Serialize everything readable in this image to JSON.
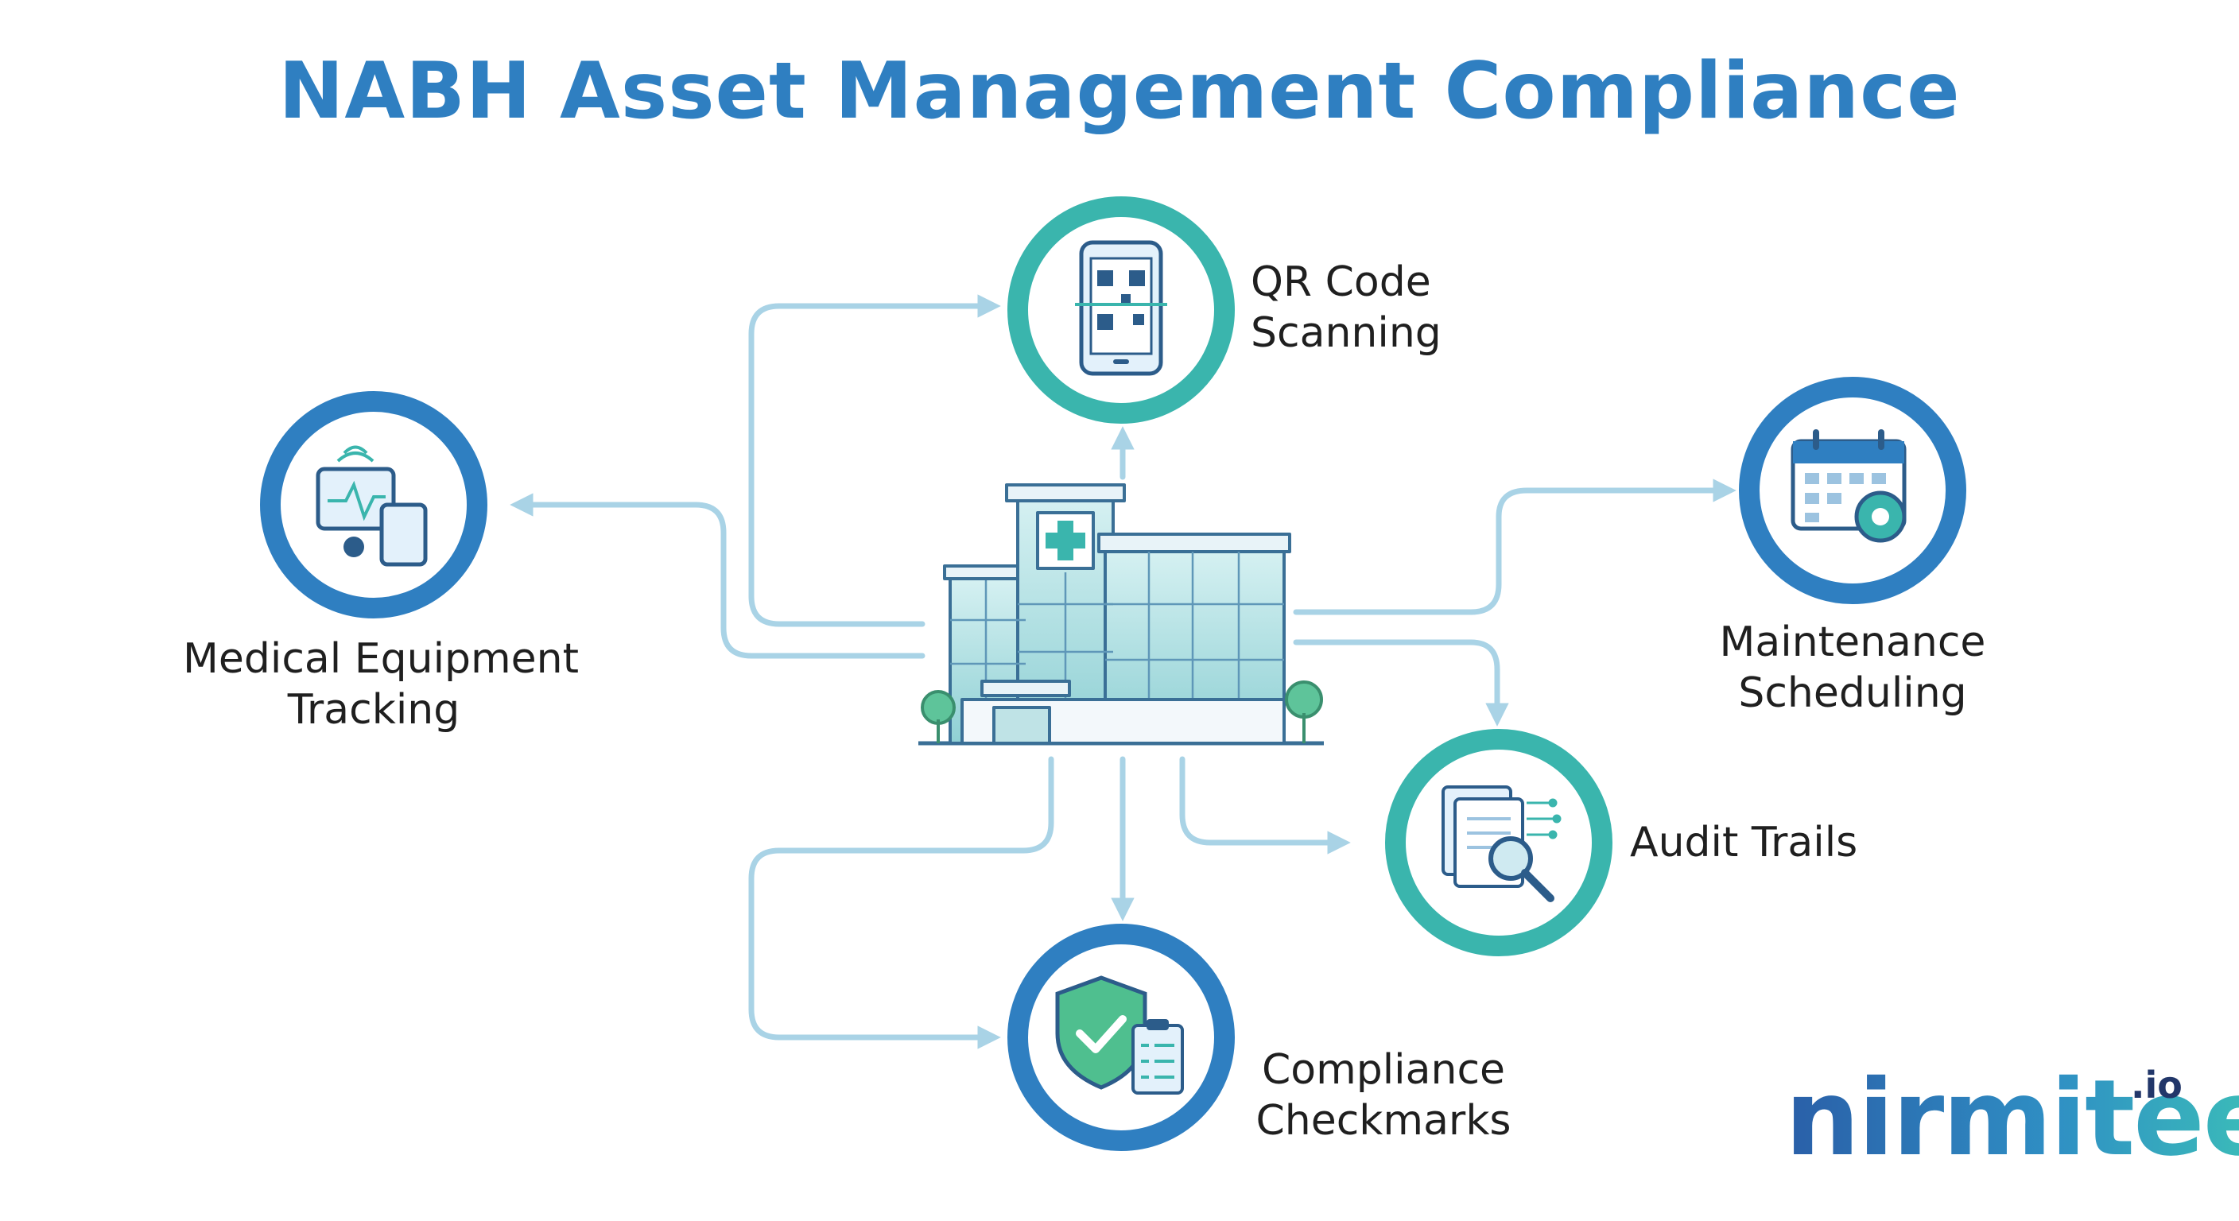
{
  "title": "NABH Asset Management Compliance",
  "nodes": {
    "qr": {
      "line1": "QR Code",
      "line2": "Scanning",
      "icon": "qr-phone-icon"
    },
    "medical": {
      "line1": "Medical Equipment",
      "line2": "Tracking",
      "icon": "medical-device-icon"
    },
    "maintenance": {
      "line1": "Maintenance",
      "line2": "Scheduling",
      "icon": "calendar-gear-icon"
    },
    "audit": {
      "line1": "Audit Trails",
      "icon": "document-magnifier-icon"
    },
    "compliance": {
      "line1": "Compliance",
      "line2": "Checkmarks",
      "icon": "shield-check-icon"
    }
  },
  "center_icon": "hospital-building-icon",
  "logo": {
    "name": "nirmitee",
    "suffix": ".io"
  },
  "colors": {
    "title": "#2f7fc1",
    "ring_blue": "#2f7fc1",
    "ring_teal": "#3ab5ad",
    "connector": "#a9d3e6"
  }
}
